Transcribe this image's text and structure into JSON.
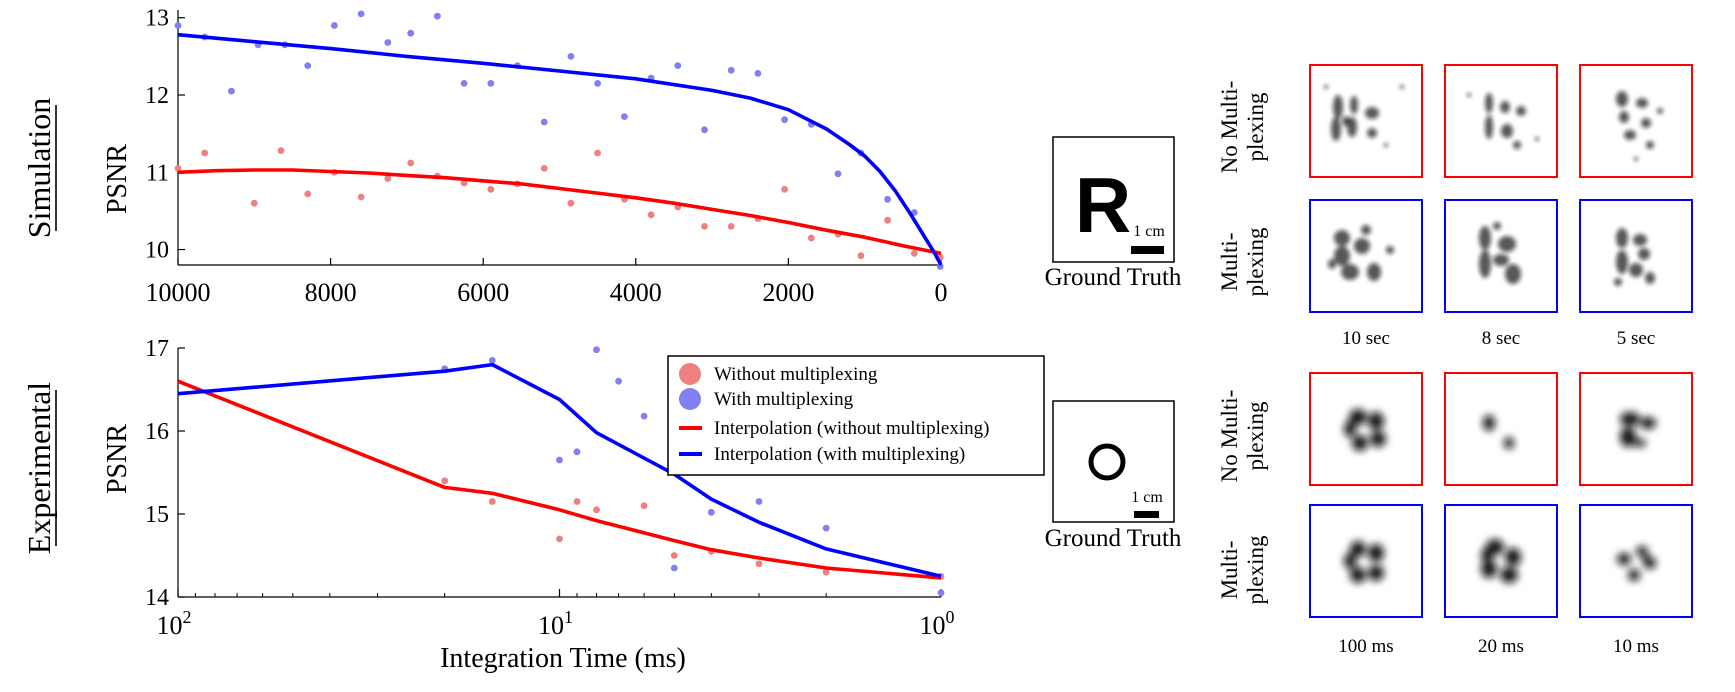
{
  "figure": {
    "row_labels": [
      "Simulation",
      "Experimental"
    ],
    "colors": {
      "no_multiplexing": "#ff0000",
      "multiplexing": "#0000ff",
      "no_mult_points": "#f08080",
      "mult_points": "#8080f0",
      "ink": "#000000"
    }
  },
  "chart_data": [
    {
      "type": "scatter",
      "ylabel": "PSNR",
      "xlabel": "",
      "x_reversed": true,
      "xlim": [
        0,
        10000
      ],
      "ylim": [
        9.8,
        13.1
      ],
      "xticks": [
        10000,
        8000,
        6000,
        4000,
        2000,
        0
      ],
      "yticks": [
        10,
        11,
        12,
        13
      ],
      "series": [
        {
          "kind": "points",
          "color_key": "no_mult_points",
          "x": [
            10000,
            9650,
            9000,
            8650,
            8300,
            7950,
            7600,
            7250,
            6950,
            6600,
            6250,
            5900,
            5550,
            5200,
            4850,
            4500,
            4150,
            3800,
            3450,
            3100,
            2750,
            2400,
            2050,
            1700,
            1350,
            1050,
            700,
            350,
            10
          ],
          "y": [
            11.05,
            11.25,
            10.6,
            11.28,
            10.72,
            11.0,
            10.68,
            10.92,
            11.12,
            10.95,
            10.86,
            10.78,
            10.85,
            11.05,
            10.6,
            11.25,
            10.65,
            10.45,
            10.55,
            10.3,
            10.3,
            10.4,
            10.78,
            10.15,
            10.2,
            9.92,
            10.38,
            9.95,
            9.9
          ]
        },
        {
          "kind": "points",
          "color_key": "mult_points",
          "x": [
            10000,
            9650,
            9300,
            8950,
            8600,
            8300,
            7950,
            7600,
            7250,
            6950,
            6600,
            6250,
            5900,
            5550,
            5200,
            4850,
            4500,
            4150,
            3800,
            3450,
            3100,
            2750,
            2400,
            2050,
            1700,
            1350,
            1050,
            700,
            350,
            10
          ],
          "y": [
            12.9,
            12.75,
            12.05,
            12.65,
            12.65,
            12.38,
            12.9,
            13.05,
            12.68,
            12.8,
            13.02,
            12.15,
            12.15,
            12.38,
            11.65,
            12.5,
            12.15,
            11.72,
            12.22,
            12.38,
            11.55,
            12.32,
            12.28,
            11.68,
            11.62,
            10.98,
            11.25,
            10.65,
            10.48,
            9.78
          ]
        },
        {
          "kind": "curve",
          "color_key": "no_multiplexing",
          "x": [
            10000,
            9500,
            9000,
            8500,
            8000,
            7500,
            7000,
            6500,
            6000,
            5500,
            5000,
            4500,
            4000,
            3500,
            3000,
            2500,
            2000,
            1500,
            1000,
            500,
            0
          ],
          "y": [
            11.0,
            11.02,
            11.03,
            11.03,
            11.01,
            10.99,
            10.96,
            10.93,
            10.89,
            10.85,
            10.79,
            10.73,
            10.67,
            10.6,
            10.52,
            10.44,
            10.35,
            10.25,
            10.16,
            10.05,
            9.95
          ]
        },
        {
          "kind": "curve",
          "color_key": "multiplexing",
          "x": [
            10000,
            9000,
            8000,
            7000,
            6000,
            5000,
            4000,
            3000,
            2500,
            2000,
            1500,
            1200,
            1000,
            800,
            600,
            400,
            200,
            100,
            0
          ],
          "y": [
            12.78,
            12.69,
            12.6,
            12.5,
            12.41,
            12.31,
            12.21,
            12.06,
            11.96,
            11.81,
            11.56,
            11.36,
            11.21,
            11.01,
            10.76,
            10.46,
            10.14,
            9.98,
            9.8
          ]
        }
      ]
    },
    {
      "type": "scatter",
      "ylabel": "PSNR",
      "xlabel": "Integration Time (ms)",
      "x_scale": "log",
      "x_reversed": true,
      "xlim": [
        1,
        100
      ],
      "ylim": [
        14,
        17
      ],
      "xtick_bases": [
        "10",
        "10",
        "10"
      ],
      "xtick_exponents": [
        "2",
        "1",
        "0"
      ],
      "xticks": [
        100,
        10,
        1
      ],
      "yticks": [
        14,
        15,
        16,
        17
      ],
      "legend": {
        "entries": [
          "Without multiplexing",
          "With multiplexing",
          "Interpolation (without multiplexing)",
          "Interpolation (with multiplexing)"
        ]
      },
      "series": [
        {
          "kind": "points",
          "name": "Without multiplexing",
          "color_key": "no_mult_points",
          "x": [
            20,
            15,
            10,
            9,
            8,
            6,
            5,
            4,
            3,
            2,
            1
          ],
          "y": [
            15.4,
            15.15,
            14.7,
            15.15,
            15.05,
            15.1,
            14.5,
            14.55,
            14.4,
            14.3,
            14.25
          ]
        },
        {
          "kind": "points",
          "name": "With multiplexing",
          "color_key": "mult_points",
          "x": [
            20,
            15,
            10,
            9,
            8,
            7,
            6,
            5,
            4,
            3,
            2,
            1
          ],
          "y": [
            16.75,
            16.85,
            15.65,
            15.75,
            16.98,
            16.6,
            16.18,
            14.35,
            15.02,
            15.15,
            14.83,
            14.05
          ]
        },
        {
          "kind": "curve",
          "name": "Interpolation (without multiplexing)",
          "color_key": "no_multiplexing",
          "x": [
            100,
            20,
            15,
            10,
            8,
            5,
            4,
            3,
            2,
            1
          ],
          "y": [
            16.6,
            15.32,
            15.25,
            15.05,
            14.92,
            14.68,
            14.57,
            14.47,
            14.35,
            14.23
          ]
        },
        {
          "kind": "curve",
          "name": "Interpolation (with multiplexing)",
          "color_key": "multiplexing",
          "x": [
            100,
            20,
            15,
            10,
            8,
            5,
            4,
            3,
            2,
            1
          ],
          "y": [
            16.45,
            16.72,
            16.8,
            16.38,
            15.98,
            15.48,
            15.18,
            14.9,
            14.58,
            14.25
          ]
        }
      ]
    }
  ],
  "ground_truth": [
    {
      "glyph": "R",
      "scale_label": "1 cm",
      "caption": "Ground Truth"
    },
    {
      "glyph": "O",
      "scale_label": "1 cm",
      "caption": "Ground Truth"
    }
  ],
  "recon_grids": [
    {
      "row_labels": [
        [
          "No Multi-",
          "plexing"
        ],
        [
          "Multi-",
          "plexing"
        ]
      ],
      "col_labels": [
        "10 sec",
        "8 sec",
        "5 sec"
      ],
      "row_colors": [
        "no_multiplexing",
        "multiplexing"
      ]
    },
    {
      "row_labels": [
        [
          "No Multi-",
          "plexing"
        ],
        [
          "Multi-",
          "plexing"
        ]
      ],
      "col_labels": [
        "100 ms",
        "20 ms",
        "10 ms"
      ],
      "row_colors": [
        "no_multiplexing",
        "multiplexing"
      ]
    }
  ]
}
